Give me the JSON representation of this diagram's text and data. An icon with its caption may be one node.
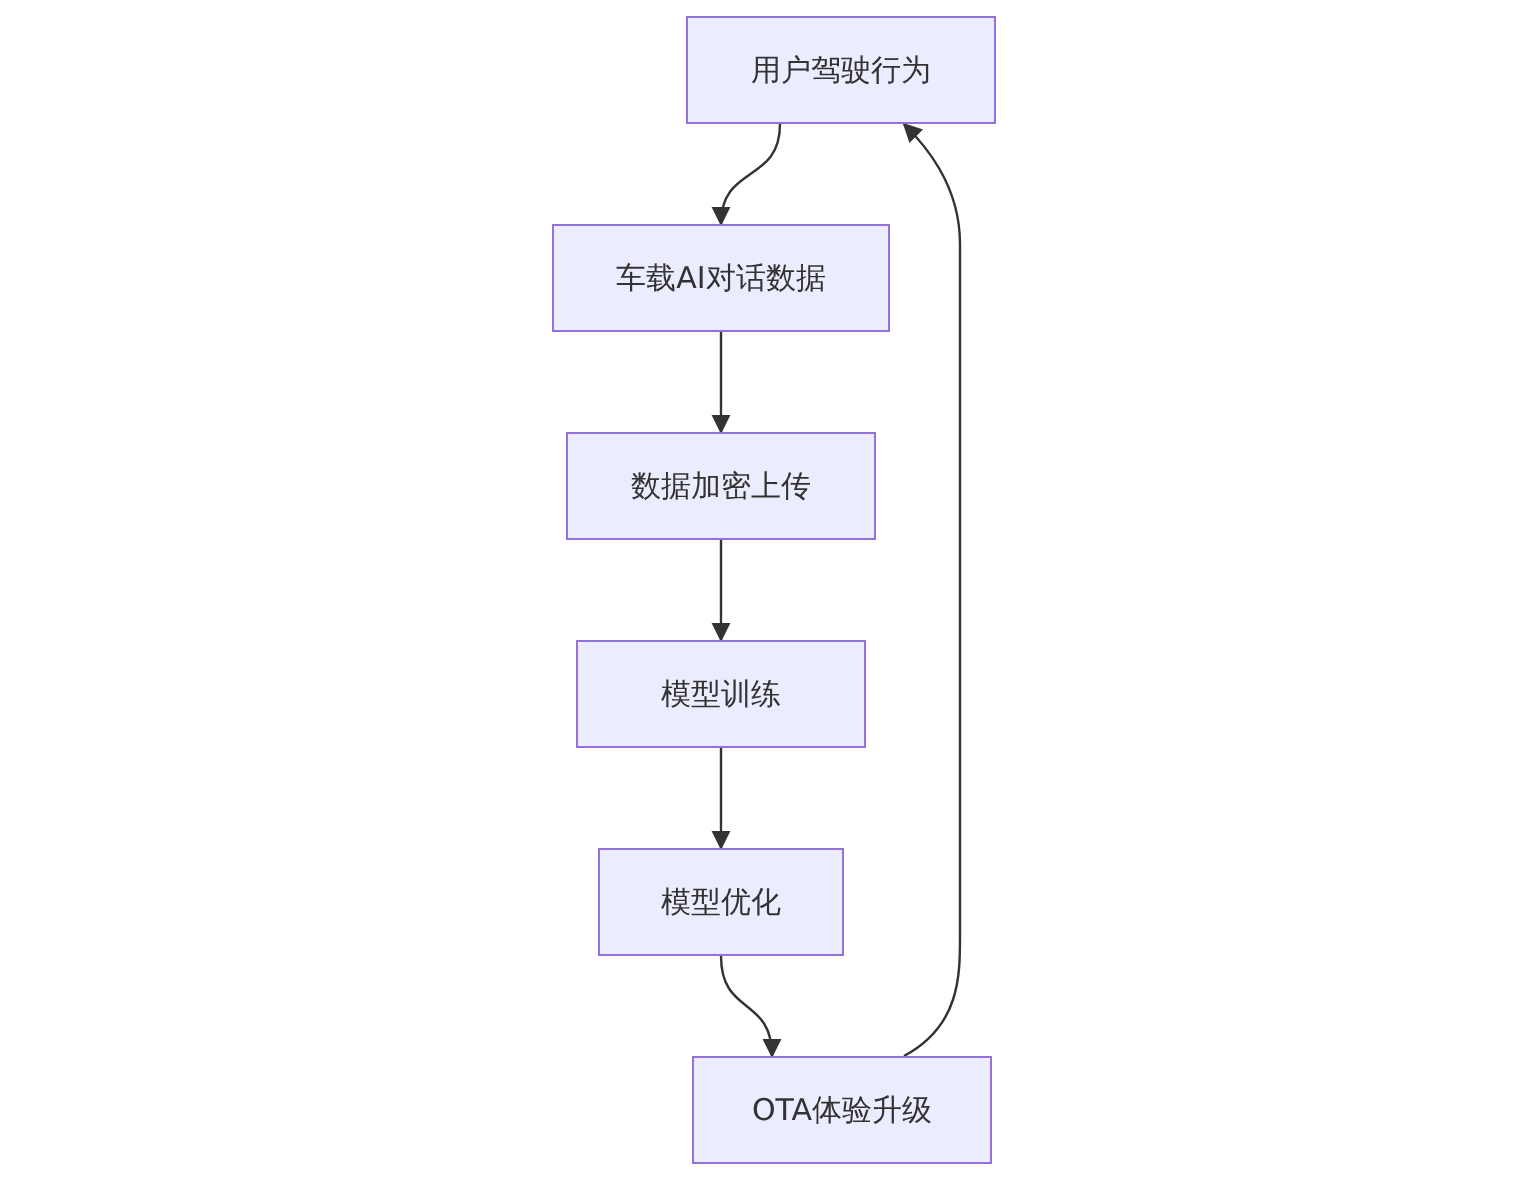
{
  "diagram": {
    "nodes": [
      {
        "text": [
          "用户驾驶行为"
        ]
      },
      {
        "text": [
          "车载AI对话数据"
        ]
      },
      {
        "text": [
          "数据加密上传"
        ]
      },
      {
        "text": [
          "模型训练"
        ]
      },
      {
        "text": [
          "模型优化"
        ]
      },
      {
        "text": [
          "OTA体验升级"
        ]
      }
    ],
    "edges": [
      {
        "from": 0,
        "to": 1,
        "arrow": "to"
      },
      {
        "from": 1,
        "to": 2,
        "arrow": "to"
      },
      {
        "from": 2,
        "to": 3,
        "arrow": "to"
      },
      {
        "from": 3,
        "to": 4,
        "arrow": "to"
      },
      {
        "from": 4,
        "to": 5,
        "arrow": "to"
      },
      {
        "from": 5,
        "to": 0,
        "arrow": "to"
      }
    ]
  }
}
